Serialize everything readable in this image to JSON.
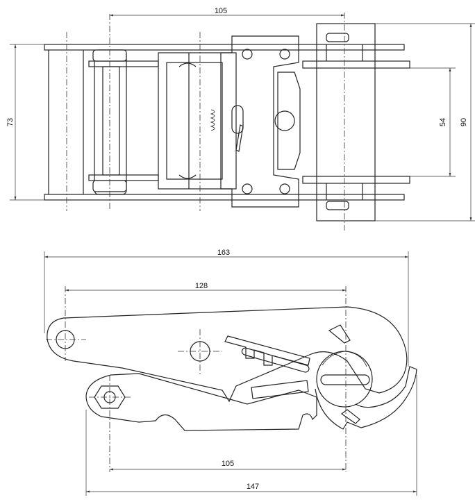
{
  "top_view": {
    "dim_width_top": "105",
    "dim_height_left": "73",
    "dim_inner_right": "54",
    "dim_height_right": "90"
  },
  "side_view": {
    "dim_total_length": "163",
    "dim_pivot_span": "128",
    "dim_lower_span": "105",
    "dim_base_length": "147"
  }
}
